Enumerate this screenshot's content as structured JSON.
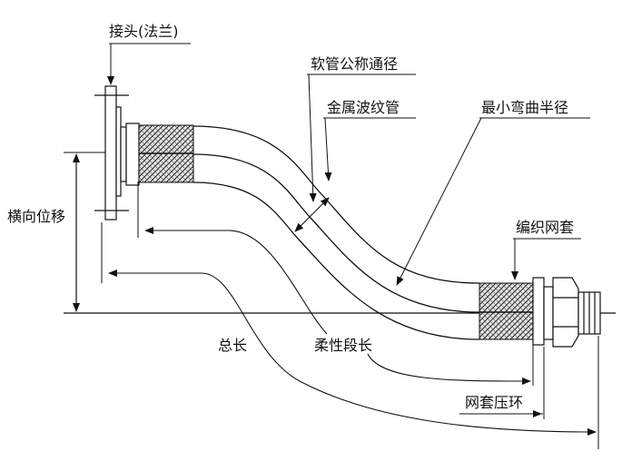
{
  "labels": {
    "connector": "接头(法兰)",
    "nominal_diameter": "软管公称通径",
    "corrugated_tube": "金属波纹管",
    "min_bend_radius": "最小弯曲半径",
    "lateral_displacement": "横向位移",
    "braid_sleeve": "编织网套",
    "total_length": "总长",
    "flexible_length": "柔性段长",
    "sleeve_ring": "网套压环"
  },
  "colors": {
    "line": "#111111",
    "braid_fill": "#e8e8e8",
    "background": "#ffffff"
  }
}
